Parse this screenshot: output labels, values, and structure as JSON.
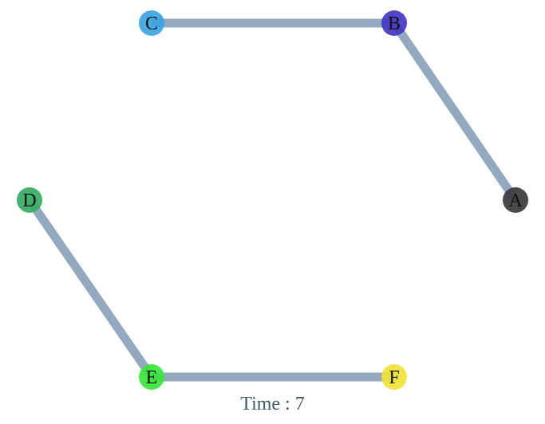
{
  "caption": "Time : 7",
  "colors": {
    "edge": "#93a9bf",
    "caption": "#3d5a66"
  },
  "graph": {
    "nodes": [
      {
        "id": "A",
        "label": "A",
        "color": "#3a3b3c"
      },
      {
        "id": "B",
        "label": "B",
        "color": "#4437c4"
      },
      {
        "id": "C",
        "label": "C",
        "color": "#3ba4e2"
      },
      {
        "id": "D",
        "label": "D",
        "color": "#35ac63"
      },
      {
        "id": "E",
        "label": "E",
        "color": "#3ae63a"
      },
      {
        "id": "F",
        "label": "F",
        "color": "#f0e23a"
      }
    ],
    "edges": [
      {
        "source": "C",
        "target": "B"
      },
      {
        "source": "B",
        "target": "A"
      },
      {
        "source": "D",
        "target": "E"
      },
      {
        "source": "E",
        "target": "F"
      }
    ]
  }
}
